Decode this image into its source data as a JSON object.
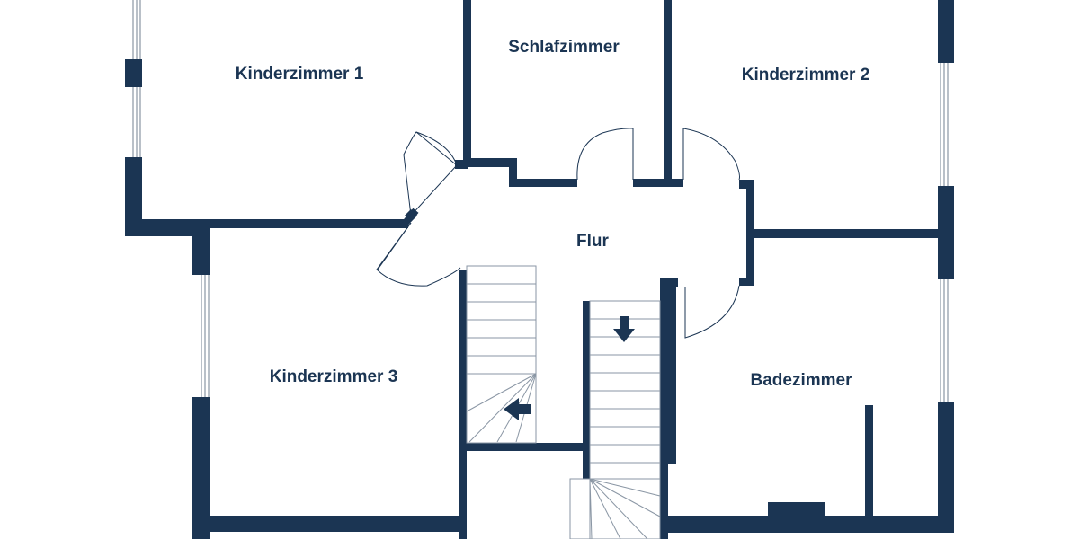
{
  "rooms": [
    {
      "id": "kinderzimmer-1",
      "label": "Kinderzimmer 1"
    },
    {
      "id": "schlafzimmer",
      "label": "Schlafzimmer"
    },
    {
      "id": "kinderzimmer-2",
      "label": "Kinderzimmer 2"
    },
    {
      "id": "flur",
      "label": "Flur"
    },
    {
      "id": "kinderzimmer-3",
      "label": "Kinderzimmer 3"
    },
    {
      "id": "badezimmer",
      "label": "Badezimmer"
    }
  ],
  "colors": {
    "wall": "#1b3553",
    "window": "#8a96a4",
    "background": "#ffffff"
  },
  "icons": [
    "stair-direction-arrow-icon"
  ]
}
